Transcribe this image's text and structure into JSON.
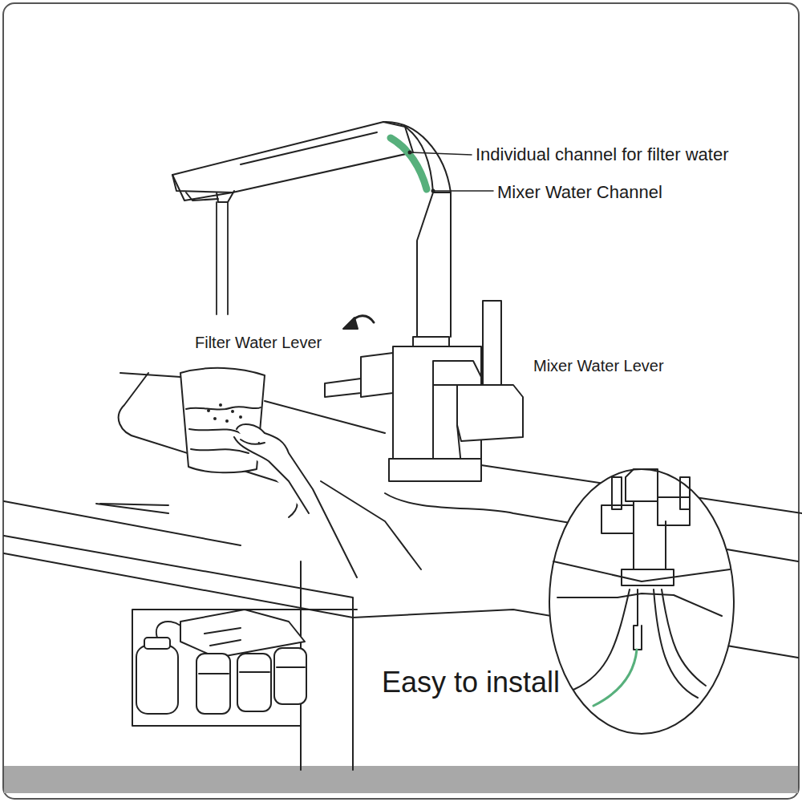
{
  "diagram": {
    "labels": [
      "Individual channel for filter water",
      "Mixer Water Channel",
      "Filter Water Lever",
      "Mixer Water Lever",
      "Easy to install"
    ]
  }
}
